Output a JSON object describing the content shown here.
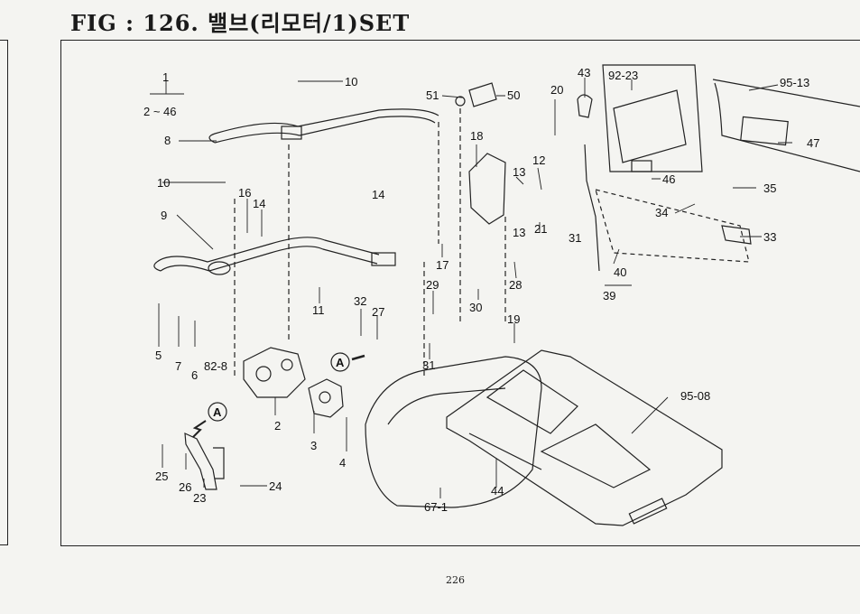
{
  "title": "FIG : 126. 밸브(리모터/1)SET",
  "page_number": "226",
  "callout_marker": "A",
  "labels": {
    "l1": "1",
    "l2_46": "2 ~ 46",
    "l10a": "10",
    "l10b": "10",
    "l8": "8",
    "l9": "9",
    "l16": "16",
    "l14a": "14",
    "l14b": "14",
    "l5": "5",
    "l7": "7",
    "l6": "6",
    "l82_8": "82-8",
    "l2": "2",
    "l3": "3",
    "l4": "4",
    "l25": "25",
    "l26": "26",
    "l23": "23",
    "l24": "24",
    "l11": "11",
    "l17": "17",
    "l32": "32",
    "l27": "27",
    "l29": "29",
    "l31a": "31",
    "l31b": "31",
    "l30": "30",
    "l28": "28",
    "l19": "19",
    "l51": "51",
    "l50": "50",
    "l18": "18",
    "l13a": "13",
    "l13b": "13",
    "l12": "12",
    "l21": "21",
    "l20": "20",
    "l43": "43",
    "l92_23": "92-23",
    "l46": "46",
    "l95_13": "95-13",
    "l47": "47",
    "l35": "35",
    "l34": "34",
    "l33": "33",
    "l40": "40",
    "l39": "39",
    "l95_08": "95-08",
    "l44": "44",
    "l67_1": "67-1"
  }
}
